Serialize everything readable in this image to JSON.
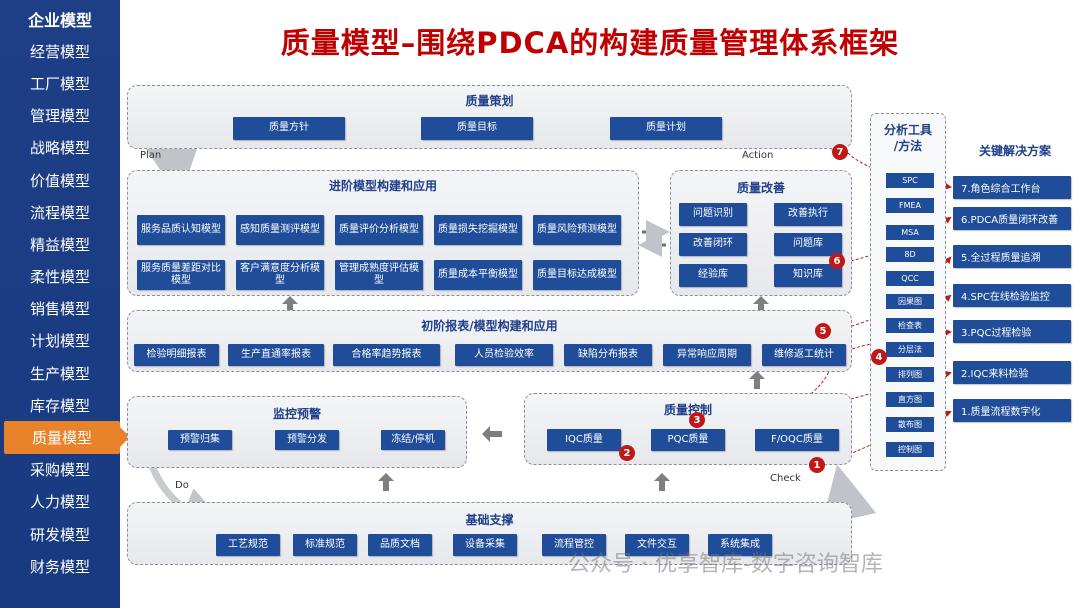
{
  "sidebar": {
    "items": [
      {
        "label": "企业模型"
      },
      {
        "label": "经营模型"
      },
      {
        "label": "工厂模型"
      },
      {
        "label": "管理模型"
      },
      {
        "label": "战略模型"
      },
      {
        "label": "价值模型"
      },
      {
        "label": "流程模型"
      },
      {
        "label": "精益模型"
      },
      {
        "label": "柔性模型"
      },
      {
        "label": "销售模型"
      },
      {
        "label": "计划模型"
      },
      {
        "label": "生产模型"
      },
      {
        "label": "库存模型"
      },
      {
        "label": "质量模型"
      },
      {
        "label": "采购模型"
      },
      {
        "label": "人力模型"
      },
      {
        "label": "研发模型"
      },
      {
        "label": "财务模型"
      }
    ]
  },
  "title": "质量模型–围绕PDCA的构建质量管理体系框架",
  "phases": {
    "plan": "Plan",
    "action": "Action",
    "do": "Do",
    "check": "Check"
  },
  "planning": {
    "title": "质量策划",
    "items": [
      "质量方针",
      "质量目标",
      "质量计划"
    ]
  },
  "advanced": {
    "title": "进阶模型构建和应用",
    "items": [
      "服务品质认知模型",
      "感知质量测评模型",
      "质量评价分析模型",
      "质量损失挖掘模型",
      "质量风险预测模型",
      "服务质量差距对比模型",
      "客户满意度分析模型",
      "管理成熟度评估模型",
      "质量成本平衡模型",
      "质量目标达成模型"
    ]
  },
  "improvement": {
    "title": "质量改善",
    "items": [
      "问题识别",
      "改善执行",
      "改善闭环",
      "问题库",
      "经验库",
      "知识库"
    ]
  },
  "basic_reports": {
    "title": "初阶报表/模型构建和应用",
    "items": [
      "检验明细报表",
      "生产直通率报表",
      "合格率趋势报表",
      "人员检验效率",
      "缺陷分布报表",
      "异常响应周期",
      "维修返工统计"
    ]
  },
  "monitoring": {
    "title": "监控预警",
    "items": [
      "预警归集",
      "预警分发",
      "冻结/停机"
    ]
  },
  "control": {
    "title": "质量控制",
    "items": [
      "IQC质量",
      "PQC质量",
      "F/OQC质量"
    ]
  },
  "foundation": {
    "title": "基础支撑",
    "items": [
      "工艺规范",
      "标准规范",
      "品质文档",
      "设备采集",
      "流程管控",
      "文件交互",
      "系统集成"
    ]
  },
  "tools": {
    "title": "分析工具/方法",
    "title_line1": "分析工具",
    "title_line2": "/方法",
    "items": [
      "SPC",
      "FMEA",
      "MSA",
      "8D",
      "QCC",
      "因果图",
      "检查表",
      "分层法",
      "排列图",
      "直方图",
      "散布图",
      "控制图"
    ]
  },
  "solutions": {
    "title": "关键解决方案",
    "items": [
      "7.角色综合工作台",
      "6.PDCA质量闭环改善",
      "5.全过程质量追溯",
      "4.SPC在线检验监控",
      "3.PQC过程检验",
      "2.IQC来料检验",
      "1.质量流程数字化"
    ]
  },
  "badges": [
    "7",
    "6",
    "5",
    "4",
    "3",
    "2",
    "1"
  ],
  "watermark": "公众号 · 优享智库-数字咨询智库",
  "colors": {
    "sidebar_bg": "#1e3f86",
    "sidebar_active": "#e8822b",
    "title_red": "#c00000",
    "box_blue": "#1f4d99",
    "badge_red": "#c01818"
  }
}
